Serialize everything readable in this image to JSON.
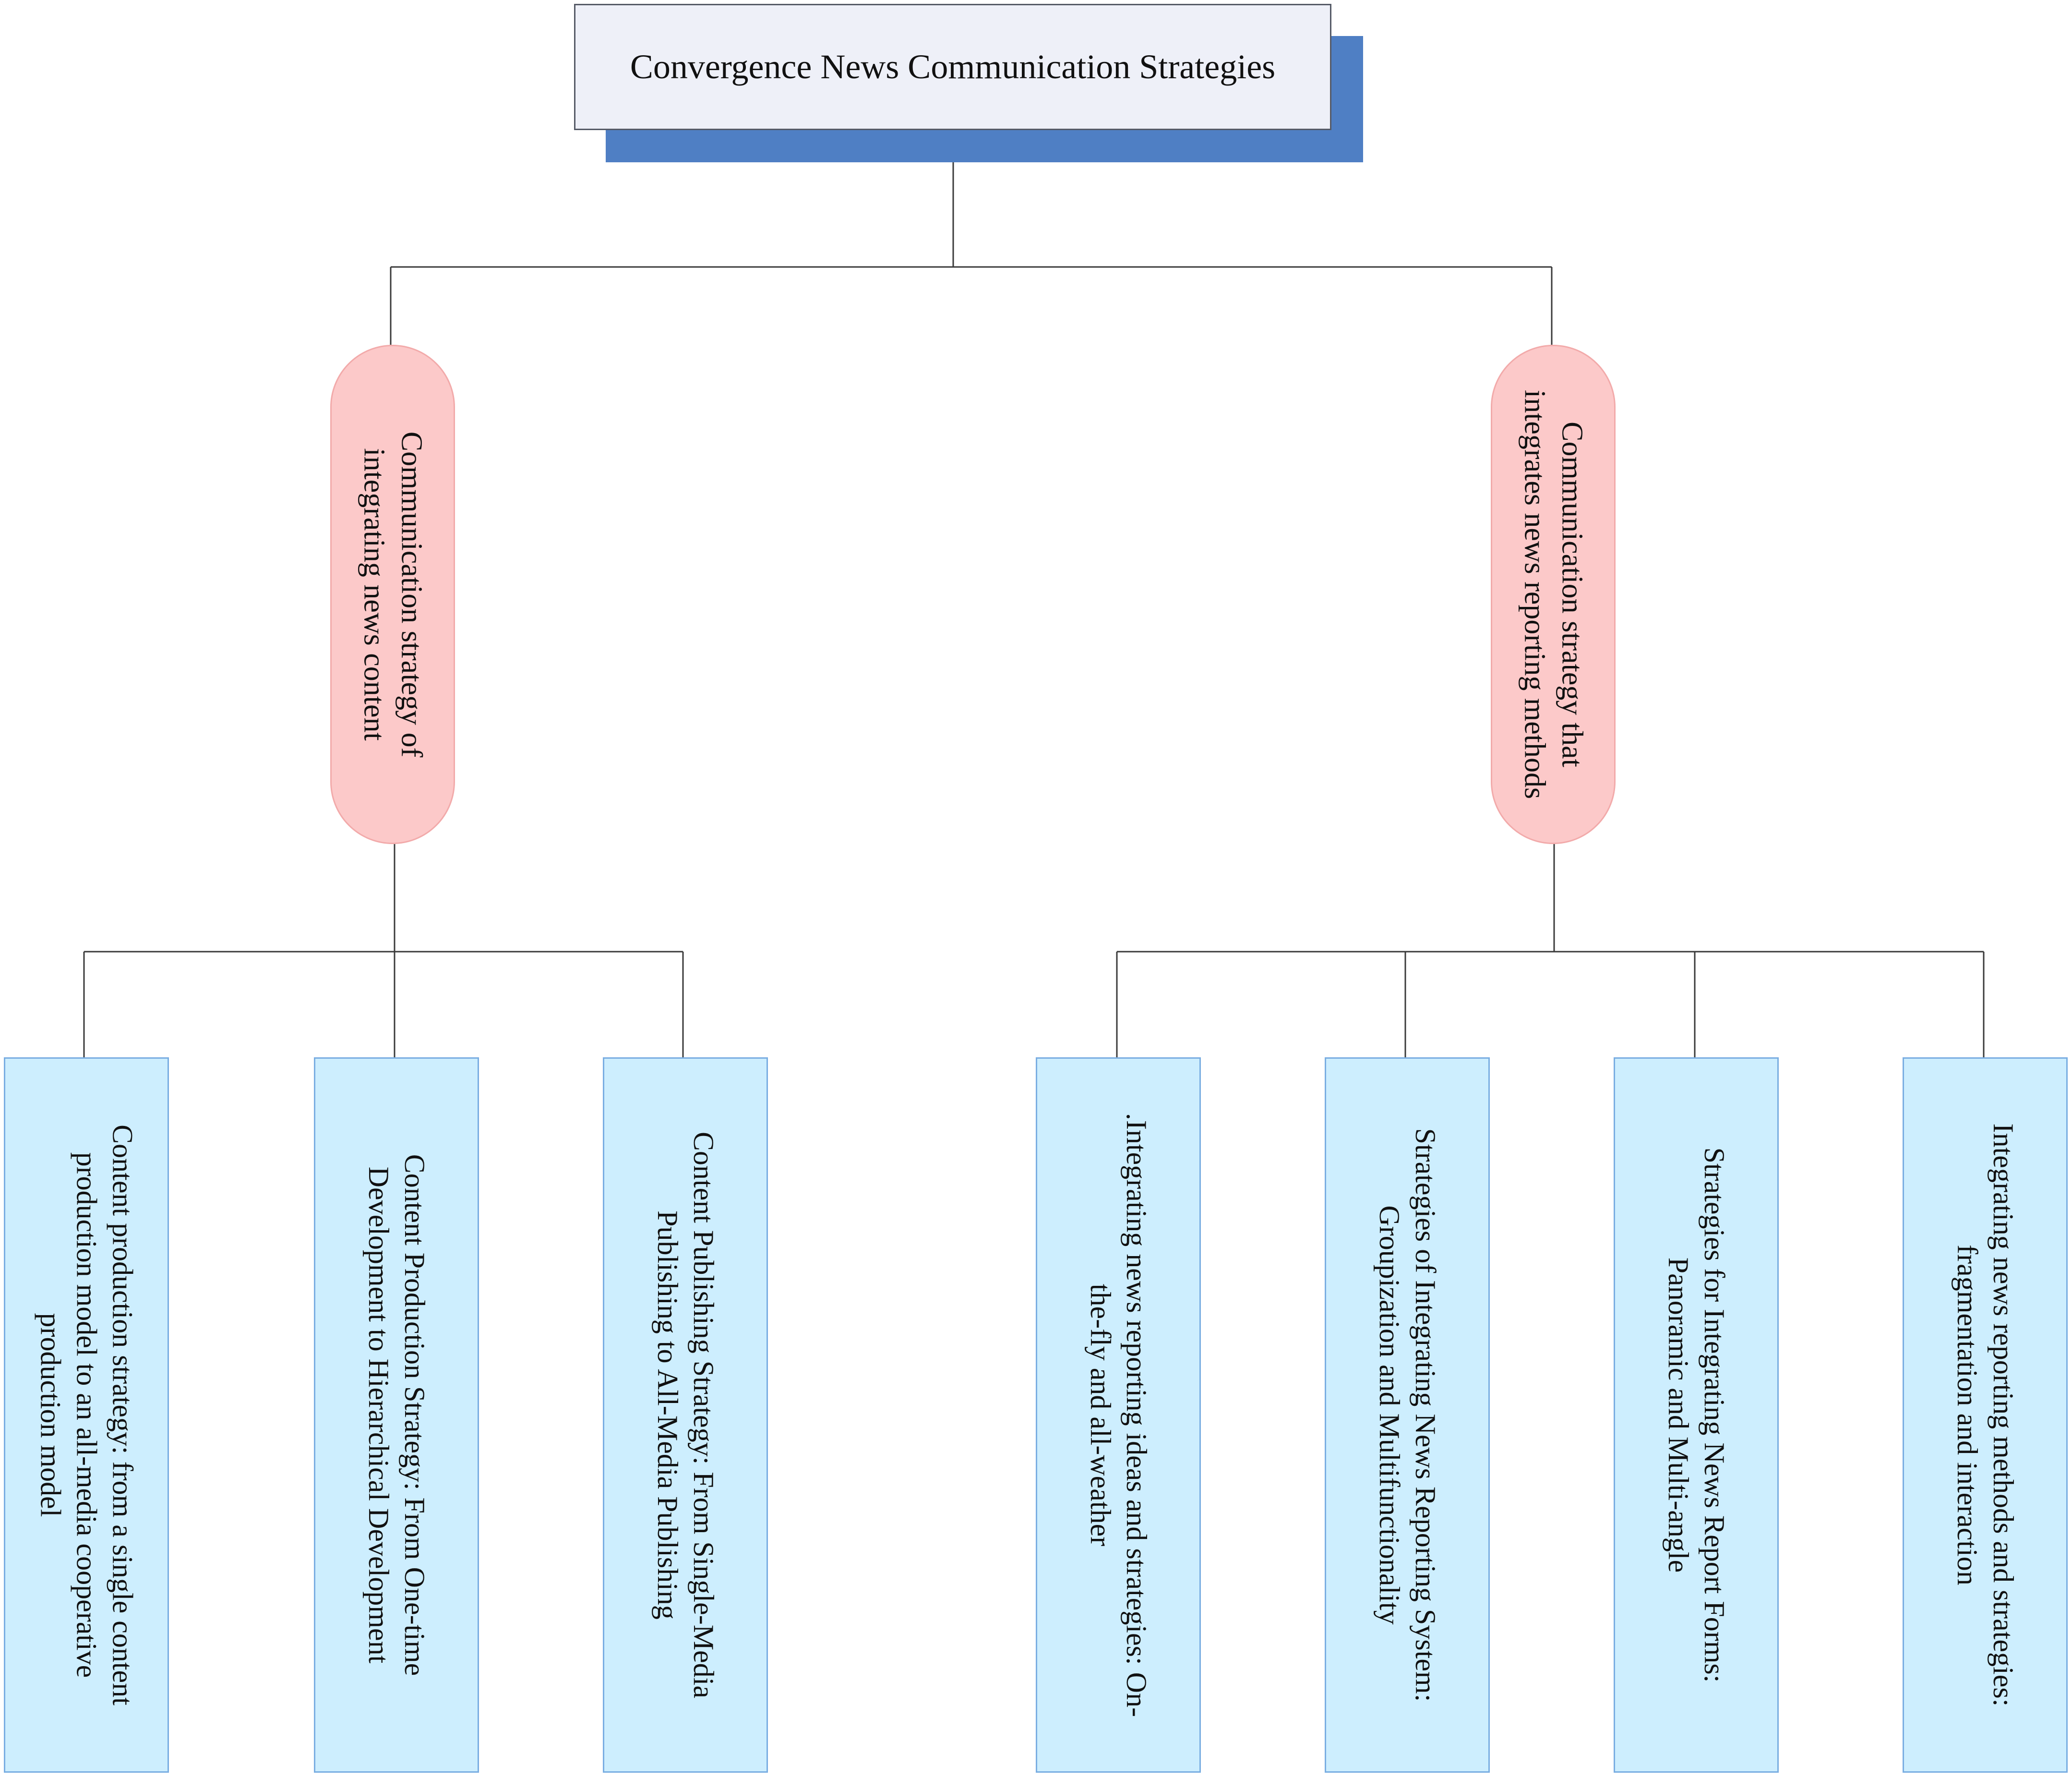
{
  "diagram": {
    "root": "Convergence News Communication Strategies",
    "branches": [
      {
        "label": "Communication strategy of integrating news content",
        "children": [
          "Content production strategy: from a single content production model to an all-media cooperative production model",
          "Content Production Strategy: From One-time Development to Hierarchical Development",
          "Content Publishing Strategy: From Single-Media Publishing to All-Media Publishing"
        ]
      },
      {
        "label": "Communication strategy that integrates news reporting methods",
        "children": [
          ".Integrating news reporting ideas and strategies: On-the-fly and all-weather",
          "Strategies of Integrating News Reporting System: Groupization and Multifunctionality",
          "Strategies for Integrating News Report Forms: Panoramic and Multi-angle",
          "Integrating news reporting methods and strategies: fragmentation and interaction"
        ]
      }
    ],
    "colors": {
      "root_fill": "#eef0f8",
      "root_shadow": "#4f7fc4",
      "branch_fill": "#fcc9c9",
      "leaf_fill": "#cdeefe",
      "leaf_border": "#7aaee2",
      "connector": "#3a3a3a"
    }
  }
}
